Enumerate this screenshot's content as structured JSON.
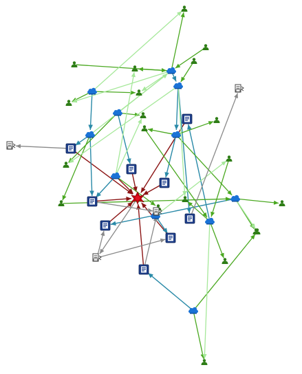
{
  "graph": {
    "palette": {
      "hub": "#c0000f",
      "hub_edge": "#8b1414",
      "teal_edge": "#2a8aa8",
      "green_edge": "#4aa820",
      "light_green_edge": "#a6e89a",
      "gray_edge": "#8a8a8a",
      "document_node": "#1f3f8a",
      "cloud_node": "#1a72d6",
      "person_node": "#2e7d16",
      "external_node": "#444444"
    },
    "node_types": [
      "hub",
      "document",
      "cloud",
      "person",
      "external"
    ],
    "nodes": [
      {
        "id": "hub",
        "type": "hub"
      },
      {
        "id": "d1",
        "type": "document"
      },
      {
        "id": "d2",
        "type": "document"
      },
      {
        "id": "d3",
        "type": "document"
      },
      {
        "id": "d4",
        "type": "document"
      },
      {
        "id": "d5",
        "type": "document"
      },
      {
        "id": "d6",
        "type": "document"
      },
      {
        "id": "d7",
        "type": "document"
      },
      {
        "id": "d8",
        "type": "document"
      },
      {
        "id": "d9",
        "type": "document"
      },
      {
        "id": "c1",
        "type": "cloud"
      },
      {
        "id": "c2",
        "type": "cloud"
      },
      {
        "id": "c3",
        "type": "cloud"
      },
      {
        "id": "c4",
        "type": "cloud"
      },
      {
        "id": "c5",
        "type": "cloud"
      },
      {
        "id": "c6",
        "type": "cloud"
      },
      {
        "id": "c7",
        "type": "cloud"
      },
      {
        "id": "c8",
        "type": "cloud"
      },
      {
        "id": "c9",
        "type": "cloud"
      },
      {
        "id": "c10",
        "type": "cloud"
      },
      {
        "id": "c11",
        "type": "cloud"
      },
      {
        "id": "p1",
        "type": "person"
      },
      {
        "id": "p2",
        "type": "person"
      },
      {
        "id": "p3",
        "type": "person"
      },
      {
        "id": "p4",
        "type": "person"
      },
      {
        "id": "p5",
        "type": "person"
      },
      {
        "id": "p6",
        "type": "person"
      },
      {
        "id": "p7",
        "type": "person"
      },
      {
        "id": "p8",
        "type": "person"
      },
      {
        "id": "p9",
        "type": "person"
      },
      {
        "id": "p10",
        "type": "person"
      },
      {
        "id": "p11",
        "type": "person"
      },
      {
        "id": "p12",
        "type": "person"
      },
      {
        "id": "p13",
        "type": "person"
      },
      {
        "id": "p14",
        "type": "person"
      },
      {
        "id": "p15",
        "type": "person"
      },
      {
        "id": "p16",
        "type": "person"
      },
      {
        "id": "p17",
        "type": "person"
      },
      {
        "id": "p18",
        "type": "person"
      },
      {
        "id": "p19",
        "type": "person"
      },
      {
        "id": "p20",
        "type": "person"
      },
      {
        "id": "e1",
        "type": "external"
      },
      {
        "id": "e2",
        "type": "external"
      },
      {
        "id": "e3",
        "type": "external"
      },
      {
        "id": "e4",
        "type": "external"
      }
    ],
    "edges": [
      {
        "from": "d1",
        "to": "hub",
        "style": "hub_edge"
      },
      {
        "from": "d2",
        "to": "hub",
        "style": "hub_edge"
      },
      {
        "from": "d4",
        "to": "hub",
        "style": "hub_edge"
      },
      {
        "from": "d5",
        "to": "hub",
        "style": "hub_edge"
      },
      {
        "from": "d6",
        "to": "hub",
        "style": "hub_edge"
      },
      {
        "from": "d8",
        "to": "hub",
        "style": "hub_edge"
      },
      {
        "from": "d9",
        "to": "hub",
        "style": "hub_edge"
      },
      {
        "from": "d3",
        "to": "hub",
        "style": "hub_edge"
      },
      {
        "from": "c5",
        "to": "hub",
        "style": "hub_edge"
      },
      {
        "from": "c1",
        "to": "c4",
        "style": "teal_edge"
      },
      {
        "from": "c2",
        "to": "c3",
        "style": "teal_edge"
      },
      {
        "from": "c3",
        "to": "d7",
        "style": "teal_edge"
      },
      {
        "from": "c4",
        "to": "d1",
        "style": "teal_edge"
      },
      {
        "from": "c4",
        "to": "d2",
        "style": "teal_edge"
      },
      {
        "from": "c5",
        "to": "d2",
        "style": "teal_edge"
      },
      {
        "from": "c7",
        "to": "d4",
        "style": "teal_edge"
      },
      {
        "from": "c6",
        "to": "d3",
        "style": "teal_edge"
      },
      {
        "from": "c9",
        "to": "d9",
        "style": "teal_edge"
      },
      {
        "from": "c8",
        "to": "d8",
        "style": "teal_edge"
      },
      {
        "from": "c10",
        "to": "d6",
        "style": "teal_edge"
      },
      {
        "from": "c11",
        "to": "d5",
        "style": "teal_edge"
      },
      {
        "from": "c3",
        "to": "c7",
        "style": "teal_edge"
      },
      {
        "from": "p1",
        "to": "c2",
        "style": "green_edge"
      },
      {
        "from": "c2",
        "to": "p2",
        "style": "green_edge"
      },
      {
        "from": "c2",
        "to": "p3",
        "style": "green_edge"
      },
      {
        "from": "p4",
        "to": "c2",
        "style": "green_edge"
      },
      {
        "from": "p5",
        "to": "c3",
        "style": "green_edge"
      },
      {
        "from": "c7",
        "to": "p6",
        "style": "green_edge"
      },
      {
        "from": "c7",
        "to": "p14",
        "style": "green_edge"
      },
      {
        "from": "c7",
        "to": "c10",
        "style": "green_edge"
      },
      {
        "from": "c10",
        "to": "p10",
        "style": "green_edge"
      },
      {
        "from": "c10",
        "to": "p11",
        "style": "green_edge"
      },
      {
        "from": "p9",
        "to": "c10",
        "style": "green_edge"
      },
      {
        "from": "c11",
        "to": "p16",
        "style": "green_edge"
      },
      {
        "from": "c11",
        "to": "p17",
        "style": "green_edge"
      },
      {
        "from": "p15",
        "to": "c11",
        "style": "green_edge"
      },
      {
        "from": "c9",
        "to": "p18",
        "style": "green_edge"
      },
      {
        "from": "c9",
        "to": "p19",
        "style": "green_edge"
      },
      {
        "from": "c5",
        "to": "p20",
        "style": "green_edge"
      },
      {
        "from": "c6",
        "to": "p12",
        "style": "green_edge"
      },
      {
        "from": "c6",
        "to": "p8",
        "style": "green_edge"
      },
      {
        "from": "c1",
        "to": "p7",
        "style": "green_edge"
      },
      {
        "from": "c1",
        "to": "p13",
        "style": "green_edge"
      },
      {
        "from": "p14",
        "to": "c11",
        "style": "green_edge"
      },
      {
        "from": "c4",
        "to": "p9",
        "style": "green_edge"
      },
      {
        "from": "c2",
        "to": "p7",
        "style": "light_green_edge"
      },
      {
        "from": "c3",
        "to": "p12",
        "style": "light_green_edge"
      },
      {
        "from": "c2",
        "to": "p13",
        "style": "light_green_edge"
      },
      {
        "from": "c1",
        "to": "p3",
        "style": "light_green_edge"
      },
      {
        "from": "c5",
        "to": "p2",
        "style": "light_green_edge"
      },
      {
        "from": "c10",
        "to": "p18",
        "style": "light_green_edge"
      },
      {
        "from": "c11",
        "to": "p19",
        "style": "light_green_edge"
      },
      {
        "from": "c8",
        "to": "p15",
        "style": "light_green_edge"
      },
      {
        "from": "c3",
        "to": "p16",
        "style": "light_green_edge"
      },
      {
        "from": "c6",
        "to": "c2",
        "style": "light_green_edge"
      },
      {
        "from": "c4",
        "to": "c2",
        "style": "light_green_edge"
      },
      {
        "from": "c5",
        "to": "p8",
        "style": "light_green_edge"
      },
      {
        "from": "d1",
        "to": "e1",
        "style": "gray_edge"
      },
      {
        "from": "d7",
        "to": "e2",
        "style": "gray_edge"
      },
      {
        "from": "hub",
        "to": "e3",
        "style": "gray_edge"
      },
      {
        "from": "d9",
        "to": "e4",
        "style": "gray_edge"
      },
      {
        "from": "d2",
        "to": "e4",
        "style": "gray_edge"
      },
      {
        "from": "e3",
        "to": "d6",
        "style": "gray_edge"
      },
      {
        "from": "e3",
        "to": "d8",
        "style": "gray_edge"
      }
    ]
  }
}
